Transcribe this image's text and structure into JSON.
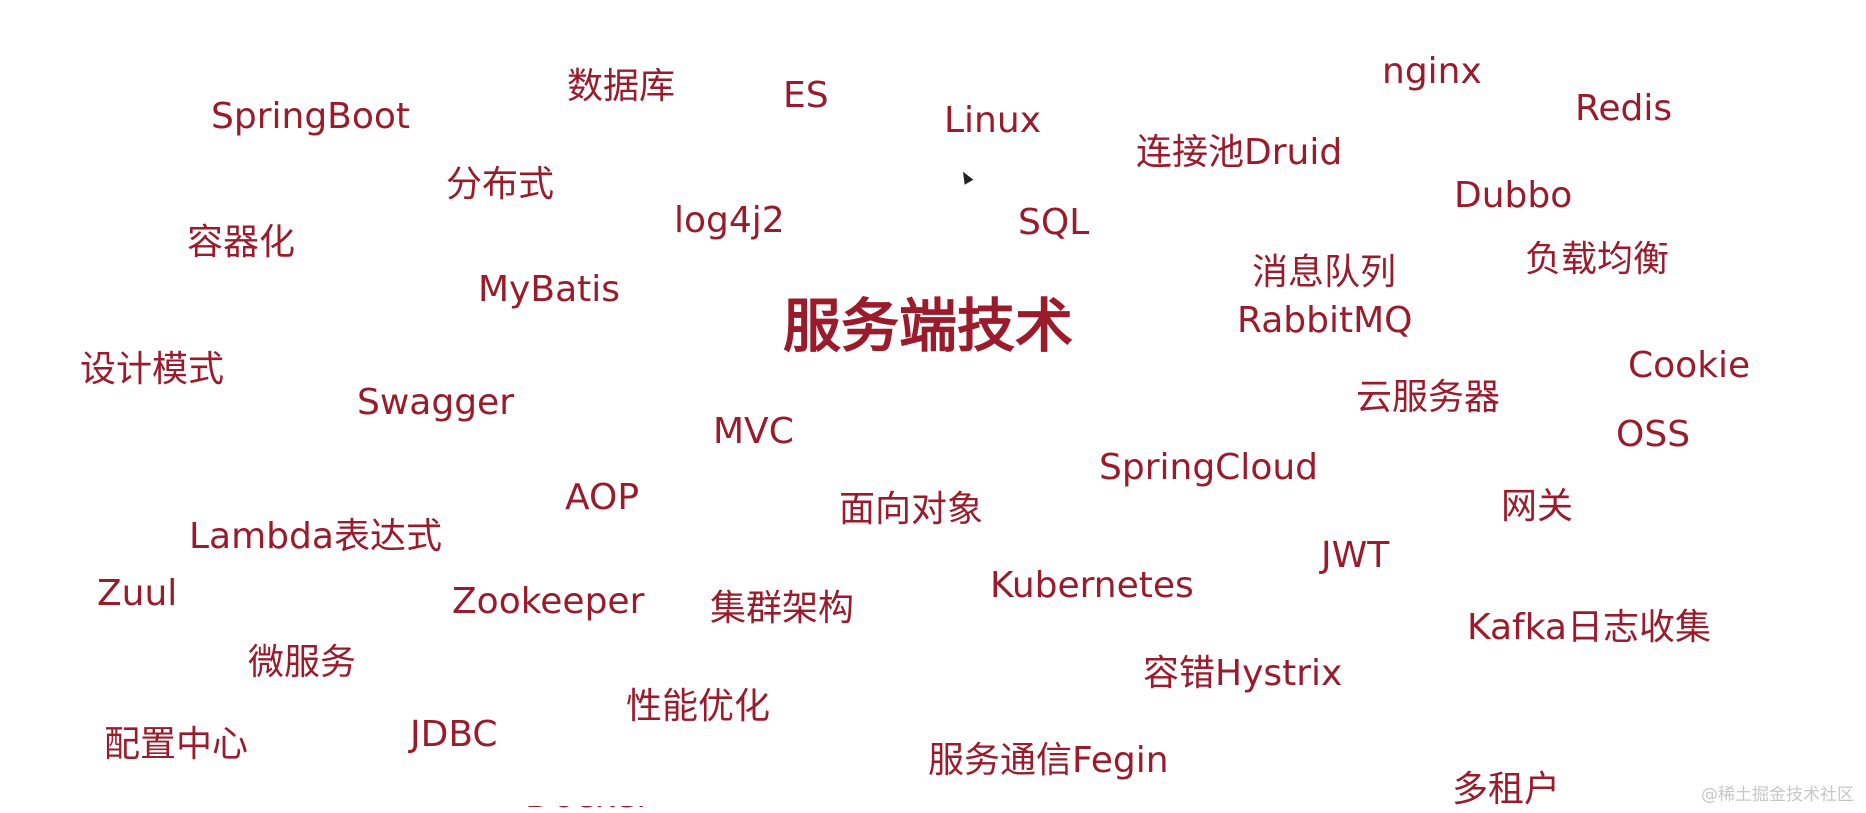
{
  "title": "服务端技术",
  "words": [
    "SpringBoot",
    "数据库",
    "ES",
    "Linux",
    "nginx",
    "Redis",
    "连接池Druid",
    "分布式",
    "容器化",
    "log4j2",
    "SQL",
    "Dubbo",
    "负载均衡",
    "消息队列",
    "RabbitMQ",
    "MyBatis",
    "设计模式",
    "Swagger",
    "Cookie",
    "云服务器",
    "OSS",
    "MVC",
    "SpringCloud",
    "AOP",
    "面向对象",
    "网关",
    "Lambda表达式",
    "JWT",
    "Zuul",
    "Zookeeper",
    "集群架构",
    "Kubernetes",
    "Kafka日志收集",
    "微服务",
    "容错Hystrix",
    "性能优化",
    "配置中心",
    "JDBC",
    "服务通信Fegin",
    "多租户"
  ],
  "watermark": "@稀土掘金技术社区",
  "colors": {
    "text": "#9a1c2c",
    "background": "#ffffff"
  }
}
